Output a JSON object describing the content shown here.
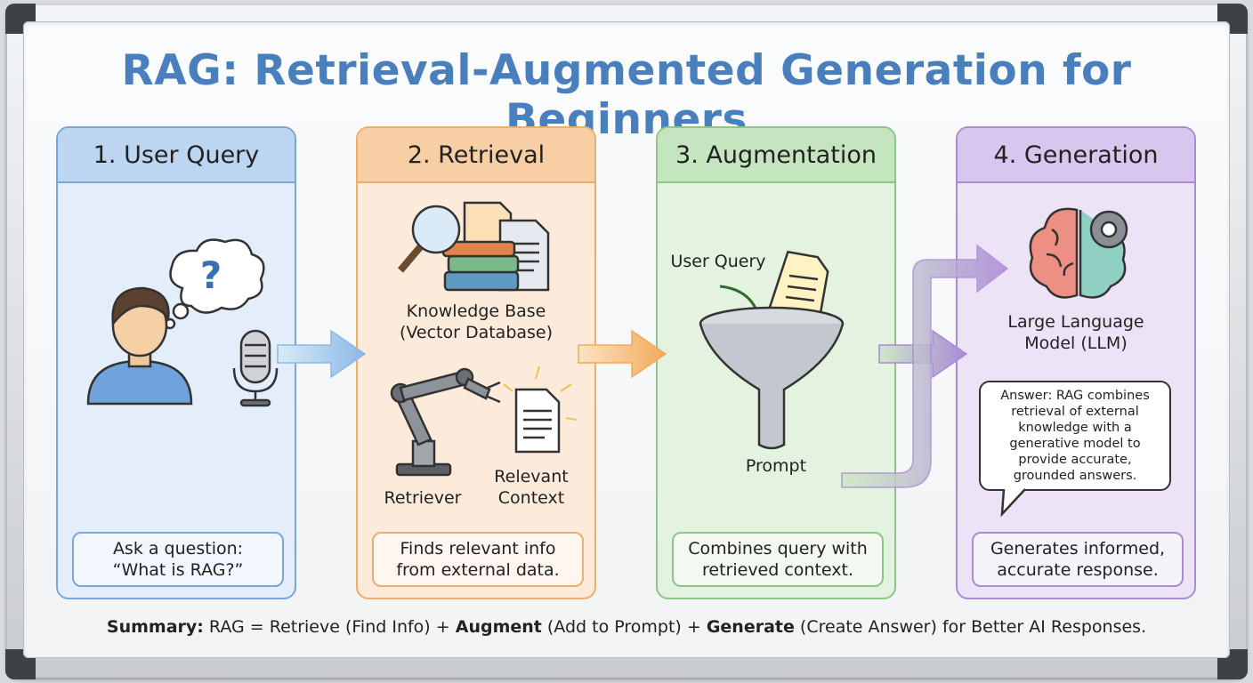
{
  "title": "RAG: Retrieval-Augmented Generation for Beginners",
  "panels": [
    {
      "heading": "1. User Query",
      "desc_line1": "Ask a question:",
      "desc_line2": "“What is RAG?”"
    },
    {
      "heading": "2. Retrieval",
      "kb_line1": "Knowledge Base",
      "kb_line2": "(Vector Database)",
      "retriever": "Retriever",
      "context_line1": "Relevant",
      "context_line2": "Context",
      "desc_line1": "Finds relevant info",
      "desc_line2": "from external data."
    },
    {
      "heading": "3. Augmentation",
      "query_label": "User Query",
      "prompt_label": "Prompt",
      "desc_line1": "Combines query with",
      "desc_line2": "retrieved context."
    },
    {
      "heading": "4. Generation",
      "llm_line1": "Large Language",
      "llm_line2": "Model (LLM)",
      "answer_line1": "Answer: RAG combines",
      "answer_line2": "retrieval of external",
      "answer_line3": "knowledge with a",
      "answer_line4": "generative model to",
      "answer_line5": "provide accurate,",
      "answer_line6": "grounded answers.",
      "desc_line1": "Generates informed,",
      "desc_line2": "accurate response."
    }
  ],
  "summary": {
    "summary_label": "Summary:",
    "text1": " RAG = Retrieve (Find Info) + ",
    "augment": "Augment",
    "text2": " (Add to Prompt) + ",
    "generate": "Generate",
    "text3": " (Create Answer) for Better AI Responses."
  },
  "colors": {
    "title": "#4a7fbd",
    "blue": "#7aa6d8",
    "orange": "#ecae6d",
    "green": "#8cc785",
    "purple": "#ab8cd2"
  }
}
